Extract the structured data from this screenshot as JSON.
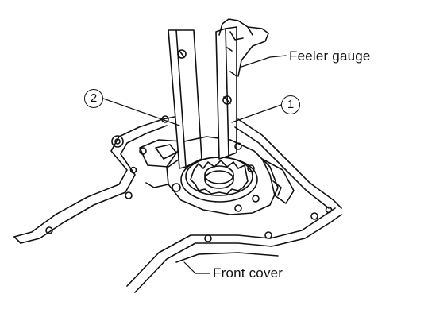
{
  "labels": {
    "feeler_gauge": "Feeler gauge",
    "front_cover": "Front cover",
    "callout_1": "1",
    "callout_2": "2"
  },
  "colors": {
    "line": "#111111",
    "background": "#ffffff"
  }
}
